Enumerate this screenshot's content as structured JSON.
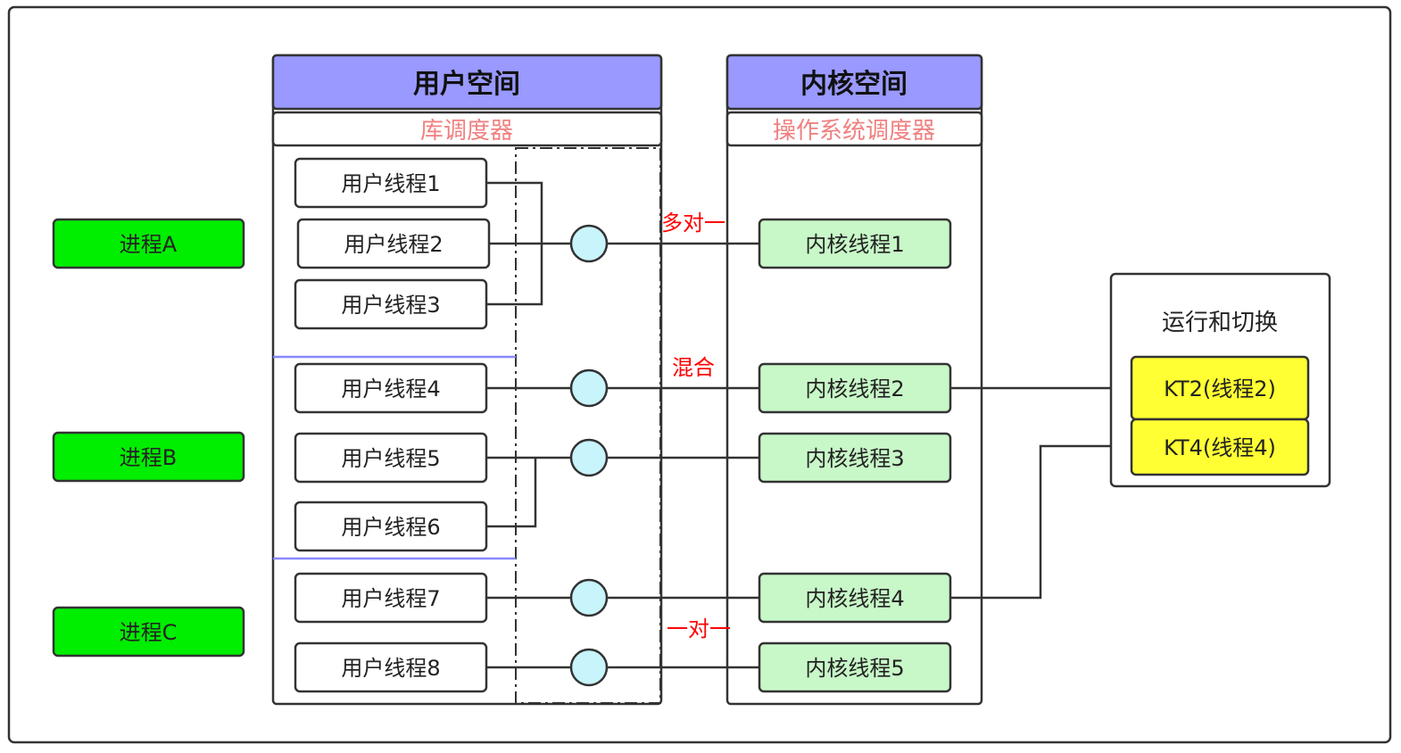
{
  "colors": {
    "header_fill": "#9999ff",
    "scheduler_text": "#f08080",
    "process_fill": "#00ee00",
    "kernel_thread_fill": "#c8f7c8",
    "running_fill": "#ffff33",
    "scheduler_node_fill": "#c8f4fb",
    "edge_label": "#ff0000",
    "separator": "#8888ff",
    "line": "#333333"
  },
  "user_space": {
    "title": "用户空间",
    "scheduler": "库调度器"
  },
  "kernel_space": {
    "title": "内核空间",
    "scheduler": "操作系统调度器"
  },
  "processes": [
    {
      "id": "A",
      "label": "进程A"
    },
    {
      "id": "B",
      "label": "进程B"
    },
    {
      "id": "C",
      "label": "进程C"
    }
  ],
  "user_threads": [
    {
      "label": "用户线程1",
      "process": "A"
    },
    {
      "label": "用户线程2",
      "process": "A"
    },
    {
      "label": "用户线程3",
      "process": "A"
    },
    {
      "label": "用户线程4",
      "process": "B"
    },
    {
      "label": "用户线程5",
      "process": "B"
    },
    {
      "label": "用户线程6",
      "process": "B"
    },
    {
      "label": "用户线程7",
      "process": "C"
    },
    {
      "label": "用户线程8",
      "process": "C"
    }
  ],
  "kernel_threads": [
    {
      "label": "内核线程1"
    },
    {
      "label": "内核线程2"
    },
    {
      "label": "内核线程3"
    },
    {
      "label": "内核线程4"
    },
    {
      "label": "内核线程5"
    }
  ],
  "mappings": [
    {
      "user_threads": [
        1,
        2,
        3
      ],
      "kernel_thread": 1
    },
    {
      "user_threads": [
        4
      ],
      "kernel_thread": 2
    },
    {
      "user_threads": [
        5,
        6
      ],
      "kernel_thread": 3
    },
    {
      "user_threads": [
        7
      ],
      "kernel_thread": 4
    },
    {
      "user_threads": [
        8
      ],
      "kernel_thread": 5
    }
  ],
  "model_labels": {
    "many_to_one": "多对一",
    "hybrid": "混合",
    "one_to_one": "一对一"
  },
  "running": {
    "title": "运行和切换",
    "items": [
      {
        "label": "KT2(线程2)",
        "kernel_thread": 2
      },
      {
        "label": "KT4(线程4)",
        "kernel_thread": 4
      }
    ]
  }
}
